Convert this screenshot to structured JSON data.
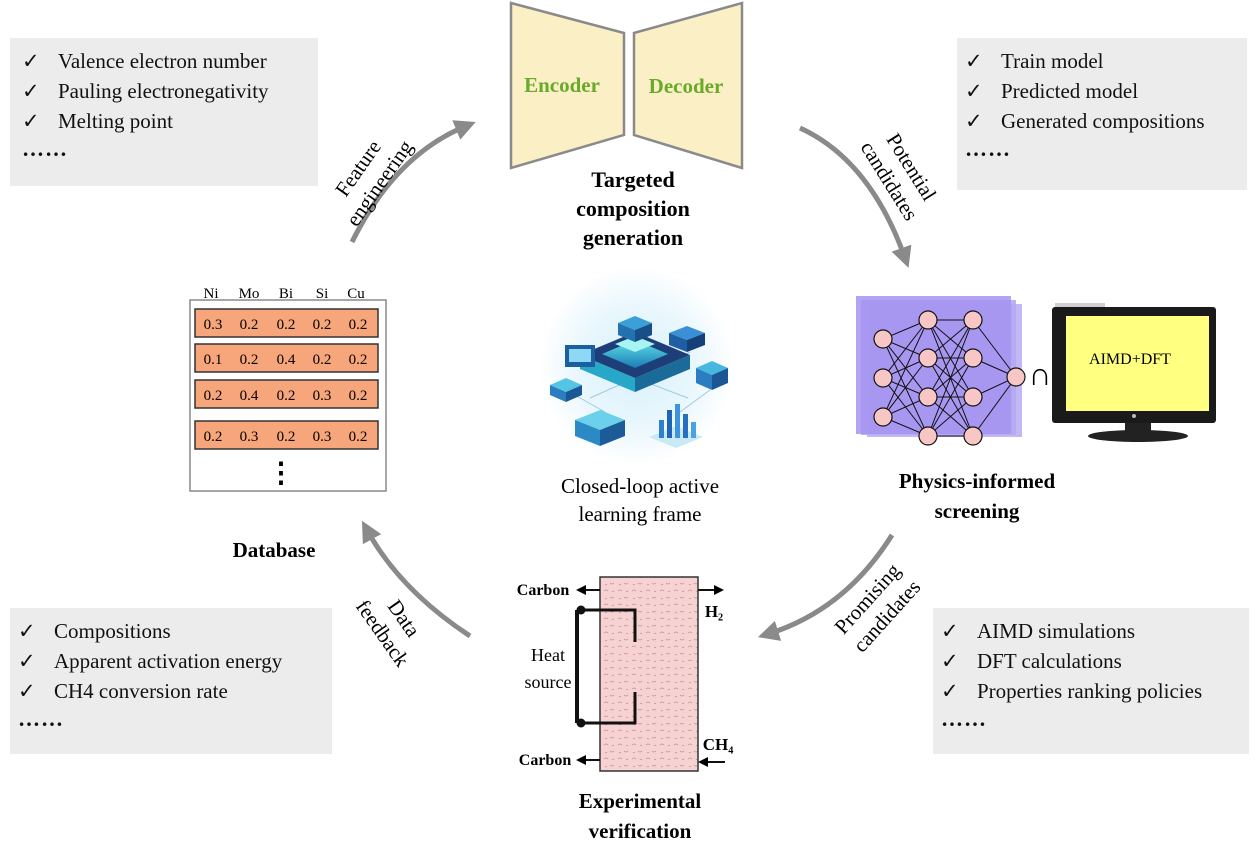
{
  "feature_box": {
    "items": [
      "Valence electron number",
      "Pauling electronegativity",
      "Melting point"
    ],
    "ellipsis": "……"
  },
  "generation_box": {
    "items": [
      "Train model",
      "Predicted model",
      "Generated compositions"
    ],
    "ellipsis": "……"
  },
  "data_box": {
    "items": [
      "Compositions",
      "Apparent activation energy",
      "CH4 conversion rate"
    ],
    "ellipsis": "……"
  },
  "screening_box": {
    "items": [
      "AIMD simulations",
      "DFT calculations",
      "Properties ranking policies"
    ],
    "ellipsis": "……"
  },
  "check_mark": "✓",
  "autoencoder": {
    "encoder_label": "Encoder",
    "decoder_label": "Decoder",
    "label_color": "#6aaa2a",
    "fill_color": "#fbefc6",
    "caption_line1": "Targeted",
    "caption_line2": "composition",
    "caption_line3": "generation"
  },
  "arrow_labels": {
    "feature_line1": "Feature",
    "feature_line2": "engineering",
    "potential_line1": "Potential",
    "potential_line2": "candidates",
    "promising_line1": "Promising",
    "promising_line2": "candidates",
    "data_line1": "Data",
    "data_line2": "feedback"
  },
  "database": {
    "caption": "Database",
    "columns": [
      "Ni",
      "Mo",
      "Bi",
      "Si",
      "Cu"
    ],
    "rows": [
      [
        "0.3",
        "0.2",
        "0.2",
        "0.2",
        "0.2"
      ],
      [
        "0.1",
        "0.2",
        "0.4",
        "0.2",
        "0.2"
      ],
      [
        "0.2",
        "0.4",
        "0.2",
        "0.3",
        "0.2"
      ],
      [
        "0.2",
        "0.3",
        "0.2",
        "0.3",
        "0.2"
      ]
    ],
    "more": "⋮",
    "row_color": "#f7a57a"
  },
  "center": {
    "caption_line1": "Closed-loop active",
    "caption_line2": "learning frame"
  },
  "screening": {
    "caption_line1": "Physics-informed",
    "caption_line2": "screening",
    "monitor_label": "AIMD+DFT",
    "intersection_symbol": "∩",
    "nn_bg_color": "#a594f0",
    "monitor_color": "#ffff80"
  },
  "reactor": {
    "caption_line1": "Experimental",
    "caption_line2": "verification",
    "heat_line1": "Heat",
    "heat_line2": "source",
    "carbon_top": "Carbon",
    "carbon_bottom": "Carbon",
    "h2_label": "H₂",
    "ch4_label": "CH₄",
    "fill_color": "#f7d2d2"
  }
}
